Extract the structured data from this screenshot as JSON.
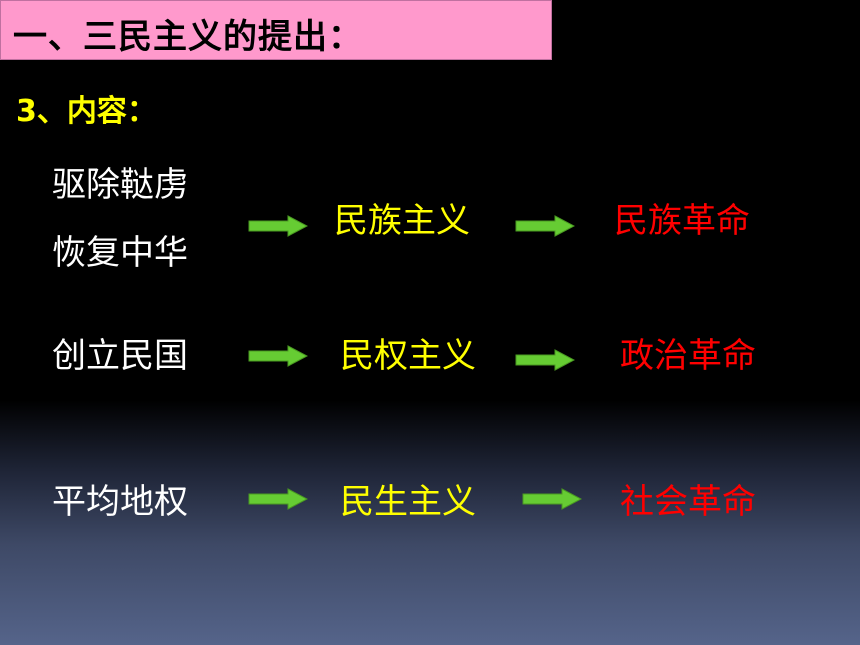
{
  "slide": {
    "title": "一、三民主义的提出：",
    "subtitle": "3、内容："
  },
  "rows": [
    {
      "left_lines": [
        "驱除鞑虏",
        "恢复中华"
      ],
      "middle": "民族主义",
      "right": "民族革命"
    },
    {
      "left_lines": [
        "创立民国"
      ],
      "middle": "民权主义",
      "right": "政治革命"
    },
    {
      "left_lines": [
        "平均地权"
      ],
      "middle": "民生主义",
      "right": "社会革命"
    }
  ],
  "colors": {
    "title_bg": "#ff99cc",
    "subtitle": "#ffff00",
    "left_text": "#ffffff",
    "middle_text": "#ffff00",
    "right_text": "#ff0000",
    "arrow": "#66cc33"
  },
  "icons": {
    "arrow": "right-arrow-icon"
  }
}
